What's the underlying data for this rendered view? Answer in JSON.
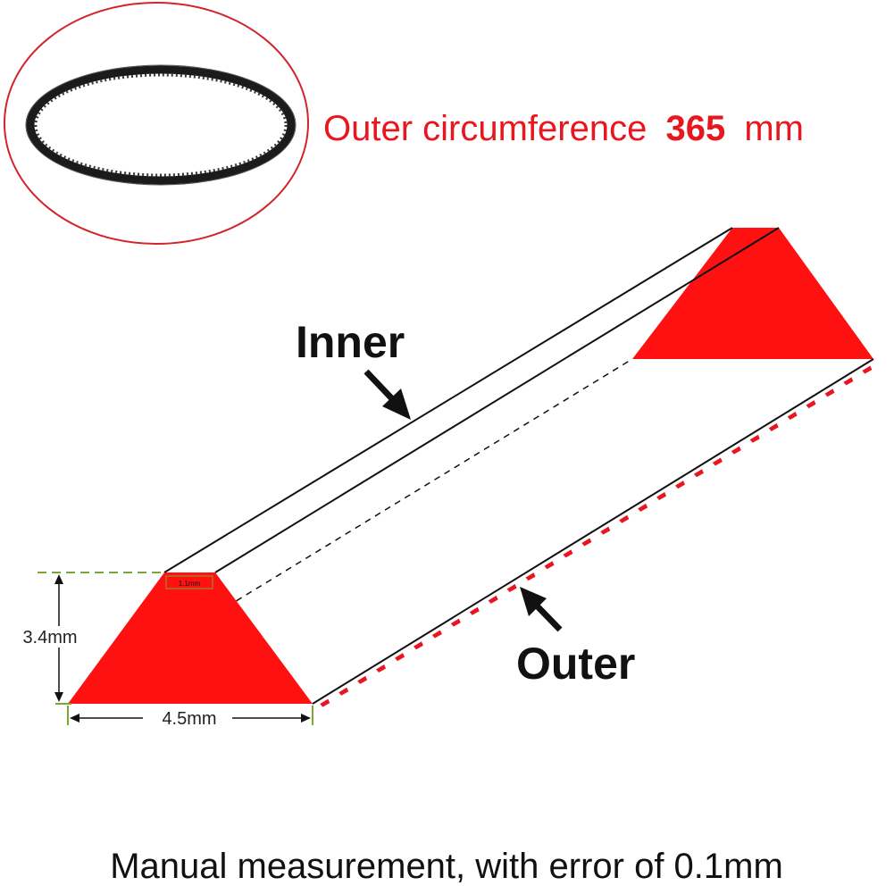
{
  "header": {
    "circumference_label": "Outer circumference",
    "circumference_value": "365",
    "circumference_unit": "mm"
  },
  "diagram": {
    "inner_label": "Inner",
    "outer_label": "Outer",
    "height_label": "3.4mm",
    "width_label": "4.5mm",
    "top_width_label": "1.1mm",
    "colors": {
      "accent": "#e8161e",
      "line": "#111111",
      "dimension_guide": "#7aa832"
    }
  },
  "footer": {
    "note": "Manual measurement, with error of 0.1mm"
  }
}
